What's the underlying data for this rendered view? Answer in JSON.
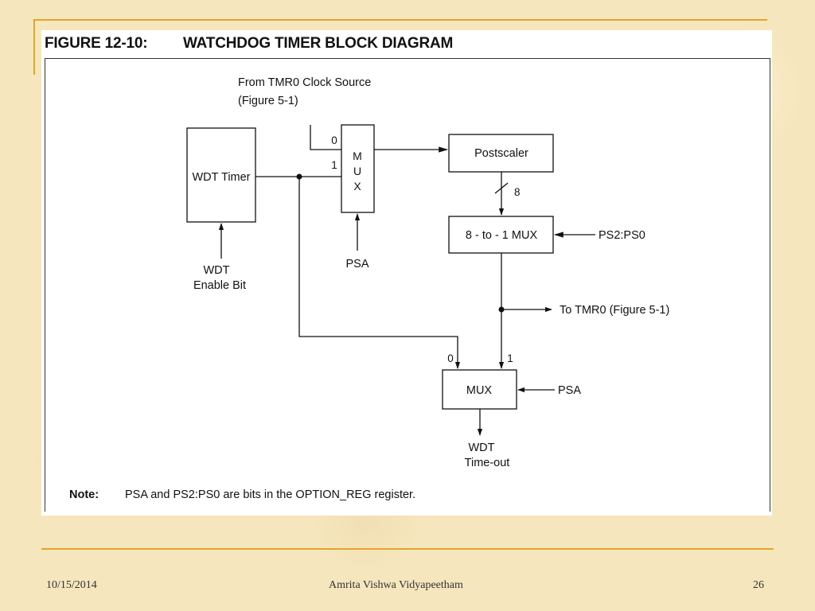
{
  "slide": {
    "figure_number": "FIGURE 12-10:",
    "figure_title": "WATCHDOG TIMER BLOCK DIAGRAM"
  },
  "diagram": {
    "source_label_1": "From TMR0 Clock Source",
    "source_label_2": "(Figure 5-1)",
    "wdt_timer": "WDT Timer",
    "mux1_letters": [
      "M",
      "U",
      "X"
    ],
    "mux1_input0": "0",
    "mux1_input1": "1",
    "psa_label_1": "PSA",
    "wdt_enable_1": "WDT",
    "wdt_enable_2": "Enable Bit",
    "postscaler": "Postscaler",
    "bus_width": "8",
    "mux8": "8 - to - 1 MUX",
    "ps_select": "PS2:PS0",
    "to_tmr0": "To TMR0 (Figure 5-1)",
    "mux2_input0": "0",
    "mux2_input1": "1",
    "mux2": "MUX",
    "psa_label_2": "PSA",
    "timeout_1": "WDT",
    "timeout_2": "Time-out",
    "note_label": "Note:",
    "note_text": "PSA and PS2:PS0 are bits in the OPTION_REG register."
  },
  "footer": {
    "date": "10/15/2014",
    "institution": "Amrita Vishwa Vidyapeetham",
    "page_number": "26"
  },
  "colors": {
    "background": "#f6e6bd",
    "accent_rule": "#e2a52a",
    "line": "#111111"
  }
}
